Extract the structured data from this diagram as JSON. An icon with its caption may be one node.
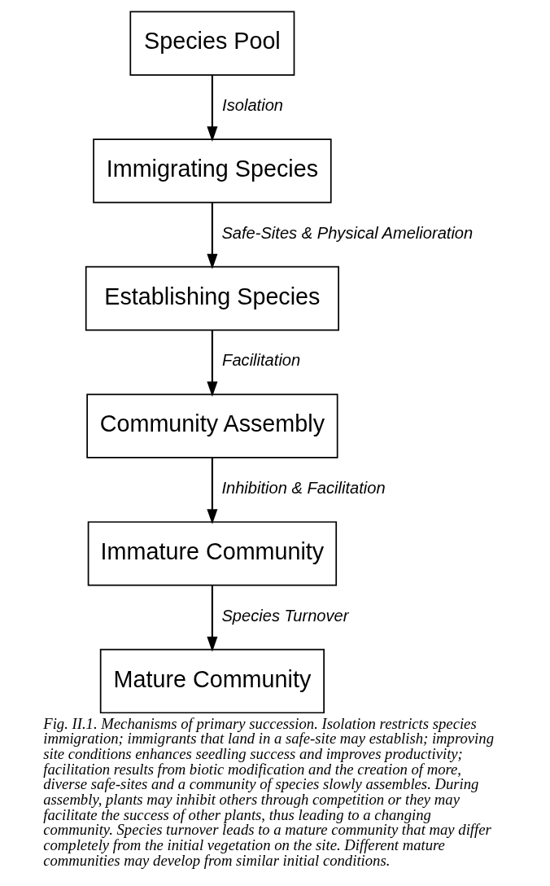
{
  "diagram": {
    "caption": "Fig. II.1. Mechanisms of primary succession. Isolation restricts species immigration; immigrants that land in a safe-site may establish; improving site conditions enhances seedling success and improves productivity; facilitation results from biotic modification and the creation of more, diverse safe-sites and a community of species slowly assembles. During assembly, plants may inhibit others through competition or they may facilitate the success of other plants, thus leading to a changing community. Species turnover leads to a mature community that may differ completely from the initial vegetation on the site. Different mature communities may develop from similar initial conditions.",
    "nodes": [
      {
        "text": [
          "Species Pool"
        ]
      },
      {
        "text": [
          "Immigrating Species"
        ]
      },
      {
        "text": [
          "Establishing Species"
        ]
      },
      {
        "text": [
          "Community Assembly"
        ]
      },
      {
        "text": [
          "Immature Community"
        ]
      },
      {
        "text": [
          "Mature Community"
        ]
      }
    ],
    "edges": [
      {
        "from": 0,
        "to": 1,
        "arrow": "to",
        "label": "Isolation"
      },
      {
        "from": 1,
        "to": 2,
        "arrow": "to",
        "label": "Safe-Sites & Physical Amelioration"
      },
      {
        "from": 2,
        "to": 3,
        "arrow": "to",
        "label": "Facilitation"
      },
      {
        "from": 3,
        "to": 4,
        "arrow": "to",
        "label": "Inhibition & Facilitation"
      },
      {
        "from": 4,
        "to": 5,
        "arrow": "to",
        "label": "Species Turnover"
      }
    ]
  }
}
